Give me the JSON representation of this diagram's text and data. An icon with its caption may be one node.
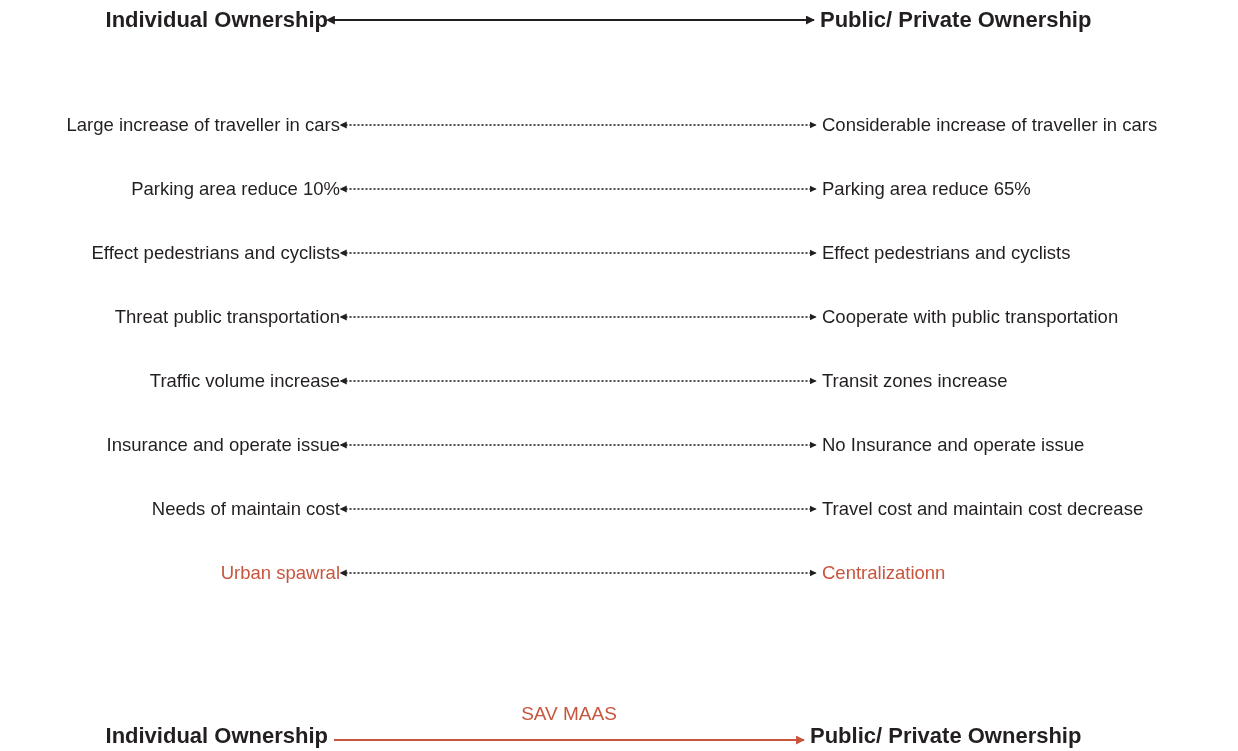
{
  "diagram": {
    "nodes": [
      {
        "text": [
          "Individual Ownership"
        ]
      },
      {
        "text": [
          "Public/ Private Ownership"
        ]
      },
      {
        "text": [
          "Large increase of traveller in cars"
        ]
      },
      {
        "text": [
          "Considerable increase of traveller in cars"
        ]
      },
      {
        "text": [
          "Parking area reduce 10%"
        ]
      },
      {
        "text": [
          "Parking area reduce 65%"
        ]
      },
      {
        "text": [
          "Effect pedestrians and cyclists"
        ]
      },
      {
        "text": [
          "Effect pedestrians and cyclists"
        ]
      },
      {
        "text": [
          "Threat public transportation"
        ]
      },
      {
        "text": [
          "Cooperate with public transportation"
        ]
      },
      {
        "text": [
          "Traffic volume increase"
        ]
      },
      {
        "text": [
          "Transit zones increase"
        ]
      },
      {
        "text": [
          "Insurance and operate issue"
        ]
      },
      {
        "text": [
          "No Insurance and operate issue"
        ]
      },
      {
        "text": [
          "Needs of maintain cost"
        ]
      },
      {
        "text": [
          "Travel cost and maintain cost decrease"
        ]
      },
      {
        "text": [
          "Urban spawral"
        ]
      },
      {
        "text": [
          "Centralizationn"
        ]
      },
      {
        "text": [
          "Individual Ownership"
        ]
      },
      {
        "text": [
          "Public/ Private Ownership"
        ]
      }
    ],
    "edges": [
      {
        "from": 0,
        "to": 1,
        "arrow": "both"
      },
      {
        "from": 2,
        "to": 3,
        "arrow": "both",
        "style": "dashed"
      },
      {
        "from": 4,
        "to": 5,
        "arrow": "both",
        "style": "dashed"
      },
      {
        "from": 6,
        "to": 7,
        "arrow": "both",
        "style": "dashed"
      },
      {
        "from": 8,
        "to": 9,
        "arrow": "both",
        "style": "dashed"
      },
      {
        "from": 10,
        "to": 11,
        "arrow": "both",
        "style": "dashed"
      },
      {
        "from": 12,
        "to": 13,
        "arrow": "both",
        "style": "dashed"
      },
      {
        "from": 14,
        "to": 15,
        "arrow": "both",
        "style": "dashed"
      },
      {
        "from": 16,
        "to": 17,
        "arrow": "both",
        "style": "dashed"
      },
      {
        "from": 18,
        "to": 19,
        "arrow": "to",
        "label": "SAV MAAS",
        "color": "#c8553d"
      }
    ]
  }
}
